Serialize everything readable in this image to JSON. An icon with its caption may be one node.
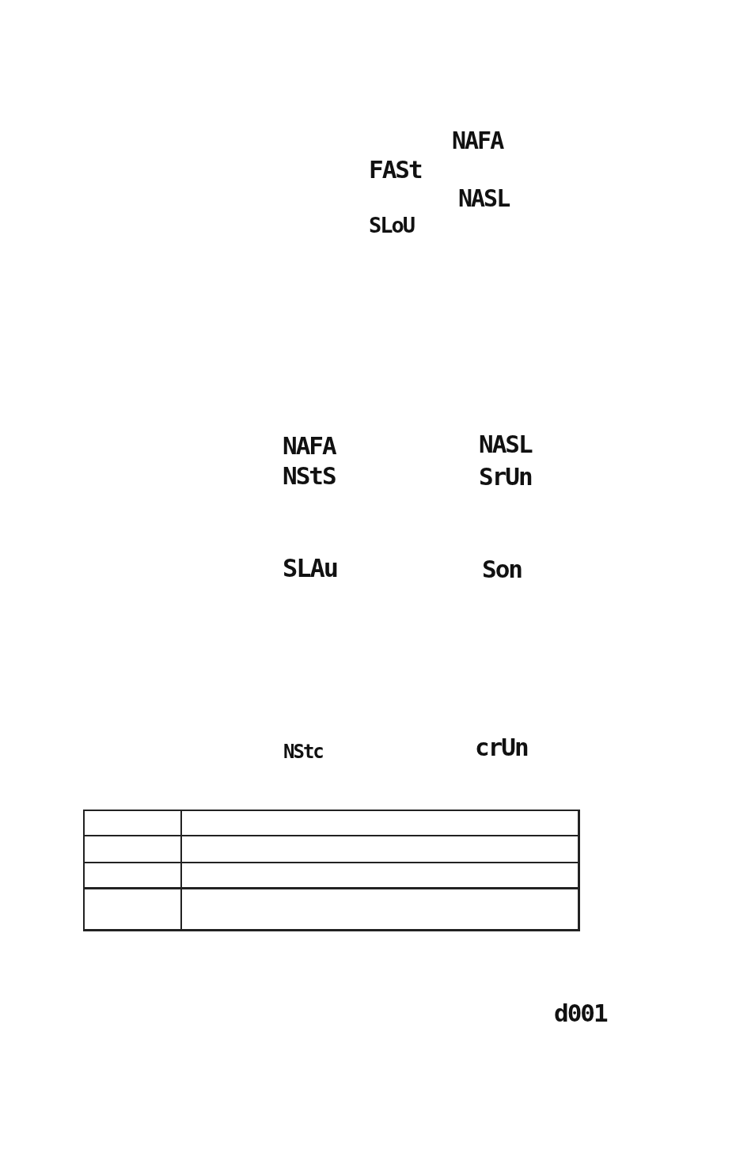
{
  "diagram": {
    "labels": [
      "NAFA",
      "FASt",
      "NASL",
      "SLoU",
      "NAFA",
      "NASL",
      "NStS",
      "SrUn",
      "SLAu",
      "Son",
      "NStc",
      "crUn",
      "d001"
    ]
  }
}
